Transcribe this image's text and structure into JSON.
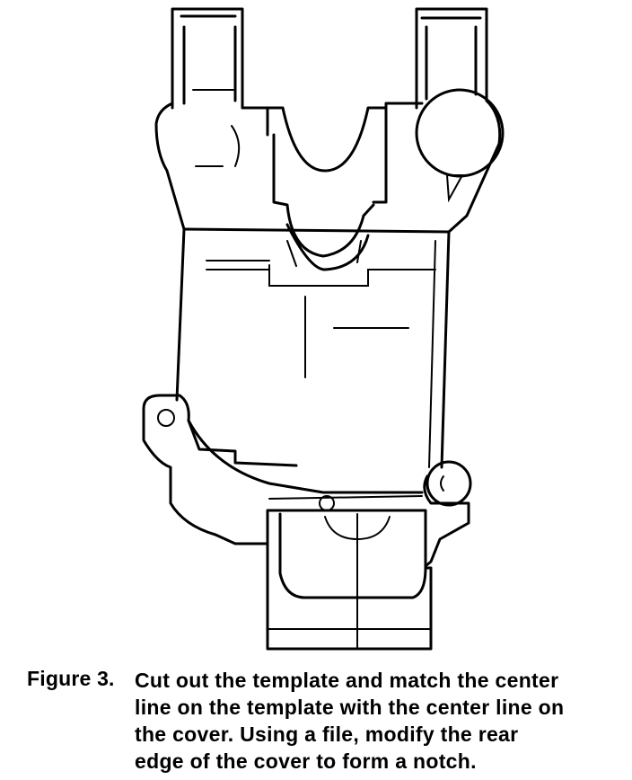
{
  "figure": {
    "label": "Figure 3.",
    "caption_lines": [
      "Cut out the template and match the center",
      "line on the template with the center line on",
      "the cover.  Using a file, modify the rear",
      "edge of the cover to form a notch."
    ]
  },
  "colors": {
    "ink": "#000000",
    "paper": "#ffffff"
  }
}
